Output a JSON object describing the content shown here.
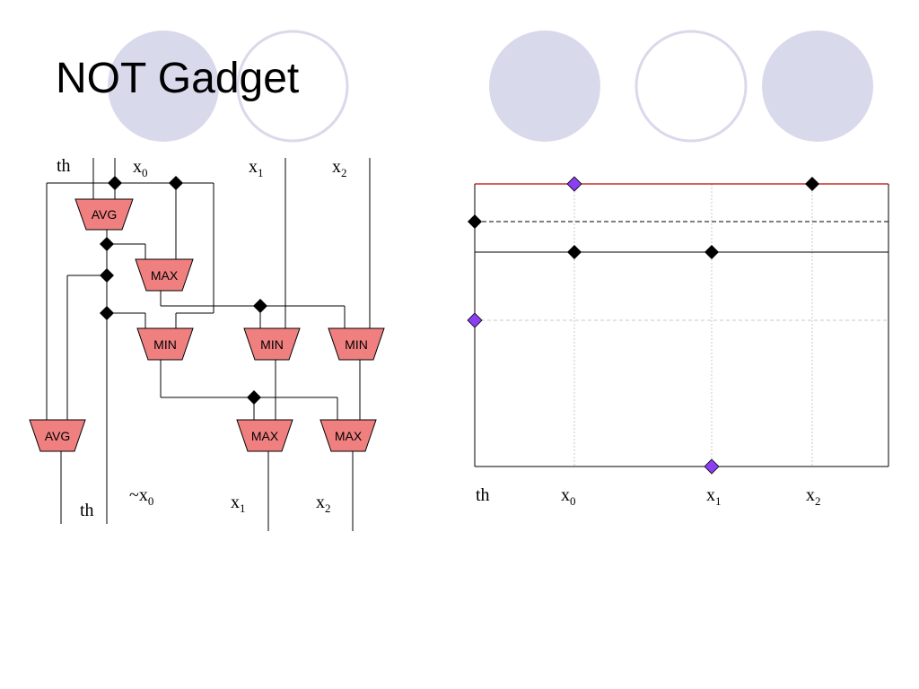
{
  "slide": {
    "title": "NOT Gadget"
  },
  "colors": {
    "deco_fill": "#d9d9ec",
    "deco_stroke": "#d9d9ec",
    "gate_fill": "#f08080",
    "diamond_dark": "#000000",
    "diamond_purple": "#8a3ff0",
    "red_line": "#c00000"
  },
  "circuit": {
    "top_labels": {
      "th": "th",
      "x0": {
        "base": "x",
        "sub": "0"
      },
      "x1": {
        "base": "x",
        "sub": "1"
      },
      "x2": {
        "base": "x",
        "sub": "2"
      }
    },
    "gates": {
      "avg_top": "AVG",
      "max_mid": "MAX",
      "min_1": "MIN",
      "min_2": "MIN",
      "min_3": "MIN",
      "avg_bottom": "AVG",
      "max_1": "MAX",
      "max_2": "MAX"
    },
    "bottom_labels": {
      "th": "th",
      "not_x0": {
        "base": "~x",
        "sub": "0"
      },
      "x1": {
        "base": "x",
        "sub": "1"
      },
      "x2": {
        "base": "x",
        "sub": "2"
      }
    }
  },
  "value_diagram": {
    "labels": {
      "th": "th",
      "x0": {
        "base": "x",
        "sub": "0"
      },
      "x1": {
        "base": "x",
        "sub": "1"
      },
      "x2": {
        "base": "x",
        "sub": "2"
      }
    }
  }
}
